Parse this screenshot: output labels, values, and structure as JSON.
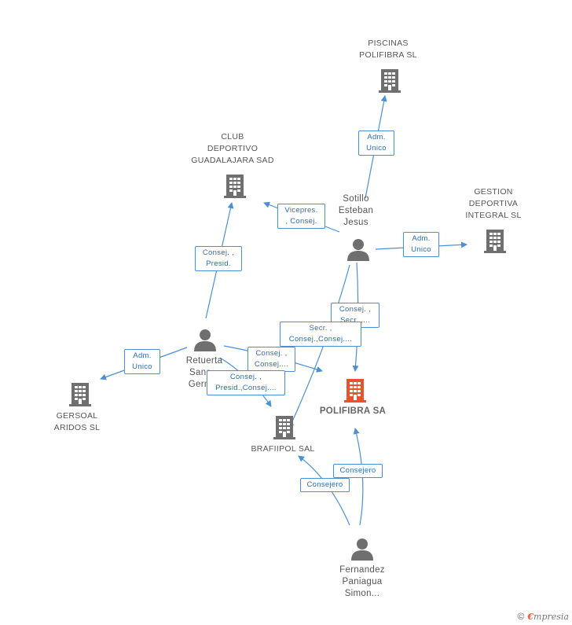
{
  "nodes": {
    "piscinas": {
      "lines": [
        "PISCINAS",
        "POLIFIBRA SL"
      ],
      "kind": "company"
    },
    "club": {
      "lines": [
        "CLUB",
        "DEPORTIVO",
        "GUADALAJARA SAD"
      ],
      "kind": "company"
    },
    "sotillo": {
      "lines": [
        "Sotillo",
        "Esteban",
        "Jesus"
      ],
      "kind": "person"
    },
    "gestion": {
      "lines": [
        "GESTION",
        "DEPORTIVA",
        "INTEGRAL SL"
      ],
      "kind": "company"
    },
    "retuerta": {
      "lines": [
        "Retuerta",
        "Sanc...",
        "Germ..."
      ],
      "kind": "person"
    },
    "gersoal": {
      "lines": [
        "GERSOAL",
        "ARIDOS SL"
      ],
      "kind": "company"
    },
    "polifibra": {
      "lines": [
        "POLIFIBRA SA"
      ],
      "kind": "focus-company"
    },
    "brafiipol": {
      "lines": [
        "BRAFIIPOL SAL"
      ],
      "kind": "company"
    },
    "fernandez": {
      "lines": [
        "Fernandez",
        "Paniagua",
        "Simon..."
      ],
      "kind": "person"
    }
  },
  "relations": {
    "sotillo_piscinas": [
      "Adm.",
      "Unico"
    ],
    "sotillo_club": [
      "Vicepres.",
      ", Consej."
    ],
    "sotillo_gestion": [
      "Adm.",
      "Unico"
    ],
    "sotillo_polifibra": [
      "Consej. ,",
      "Secr. ,..."
    ],
    "sotillo_brafiipol": [
      "Secr. ,",
      "Consej.,Consej...."
    ],
    "retuerta_club": [
      "Consej. ,",
      "Presid."
    ],
    "retuerta_gersoal": [
      "Adm.",
      "Unico"
    ],
    "retuerta_polifibra": [
      "Consej. ,",
      "Consej...."
    ],
    "retuerta_brafiipol": [
      "Consej. ,",
      "Presid.,Consej...."
    ],
    "fernandez_polifibra": [
      "Consejero"
    ],
    "fernandez_brafiipol": [
      "Consejero"
    ]
  },
  "colors": {
    "edge": "#4a90d9",
    "icon": "#6f6f6f",
    "focus_icon": "#e8532e",
    "label_text": "#2a6db5"
  },
  "brand": {
    "copyright": "©",
    "initial": "€",
    "name": "mpresia"
  }
}
